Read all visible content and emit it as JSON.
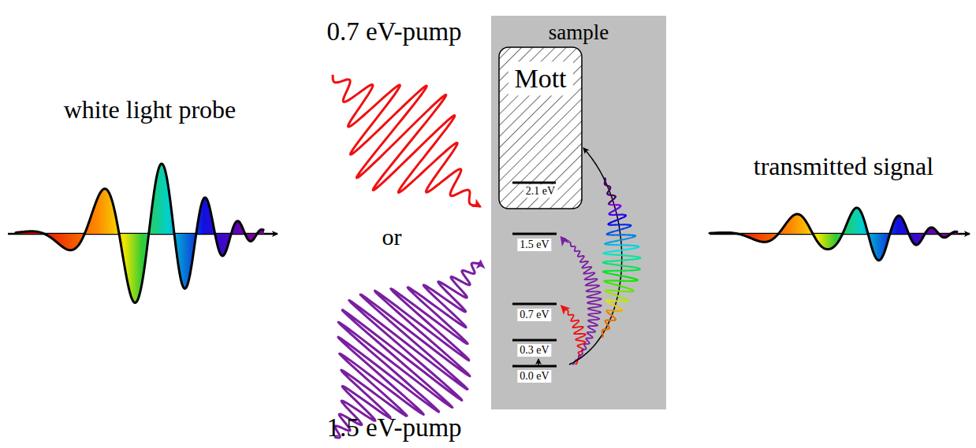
{
  "diagram": {
    "nodes": [
      {
        "text": [
          "sample"
        ]
      },
      {
        "text": [
          "Mott",
          "2.1 eV"
        ],
        "in": 0
      }
    ],
    "labels": [
      "white light probe",
      "0.7 eV-pump",
      "or",
      "1.5 eV-pump",
      "1.5 eV",
      "0.7 eV",
      "0.3 eV",
      "0.0 eV",
      "transmitted signal"
    ]
  }
}
